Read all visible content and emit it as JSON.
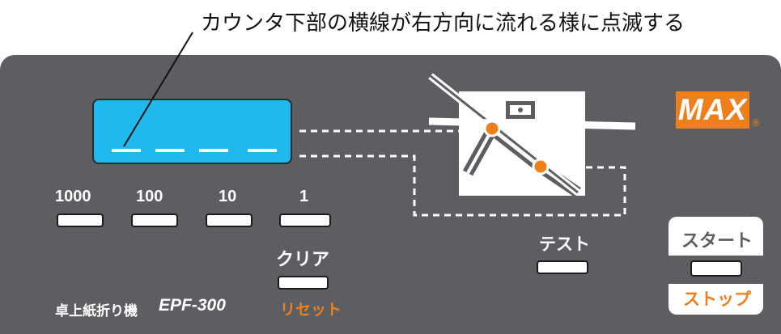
{
  "caption": "カウンタ下部の横線が右方向に流れる様に点滅する",
  "counter": {
    "digits": [
      "1000",
      "100",
      "10",
      "1"
    ]
  },
  "buttons": {
    "clear": "クリア",
    "reset": "リセット",
    "test": "テスト",
    "start": "スタート",
    "stop": "ストップ"
  },
  "model": {
    "name": "卓上紙折り機",
    "number": "EPF-300"
  },
  "brand": {
    "logo": "MAX",
    "registered": "®"
  },
  "colors": {
    "panel": "#5d5e62",
    "lcd": "#1fb9ee",
    "accent": "#ef7f1a"
  }
}
